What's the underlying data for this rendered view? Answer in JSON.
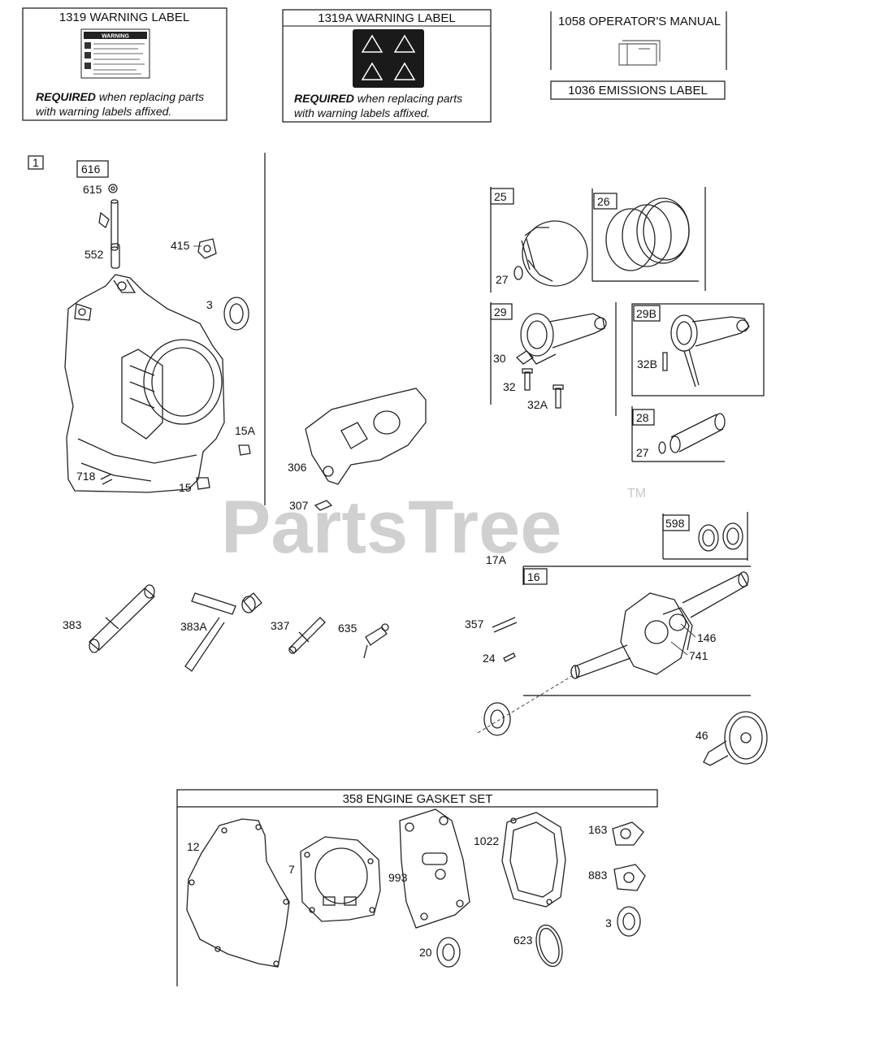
{
  "labels": {
    "warning_1319": "1319 WARNING LABEL",
    "warning_1319a": "1319A WARNING LABEL",
    "required_bold": "REQUIRED",
    "required_rest_1": "when replacing parts",
    "required_rest_2": "with warning labels affixed.",
    "manual_1058": "1058 OPERATOR'S MANUAL",
    "emissions_1036": "1036 EMISSIONS LABEL",
    "gasket_set_358": "358 ENGINE GASKET SET",
    "warning_mini": "WARNING"
  },
  "watermark": {
    "text": "PartsTree",
    "tm": "TM"
  },
  "callouts": {
    "c1": "1",
    "c616": "616",
    "c615": "615",
    "c552": "552",
    "c415": "415",
    "c3": "3",
    "c15A": "15A",
    "c718": "718",
    "c15": "15",
    "c306": "306",
    "c307": "307",
    "c25": "25",
    "c26": "26",
    "c27a": "27",
    "c29": "29",
    "c30": "30",
    "c32": "32",
    "c32A": "32A",
    "c29B": "29B",
    "c32B": "32B",
    "c28": "28",
    "c27b": "27",
    "c598": "598",
    "c17A": "17A",
    "c16": "16",
    "c146": "146",
    "c741": "741",
    "c357": "357",
    "c24": "24",
    "c46": "46",
    "c383": "383",
    "c383A": "383A",
    "c337": "337",
    "c635": "635",
    "c12": "12",
    "c7": "7",
    "c993": "993",
    "c1022": "1022",
    "c163": "163",
    "c883": "883",
    "c3b": "3",
    "c20": "20",
    "c623": "623"
  },
  "colors": {
    "ink": "#111111",
    "watermark": "#c8c8c8",
    "label_bg": "#111111"
  }
}
